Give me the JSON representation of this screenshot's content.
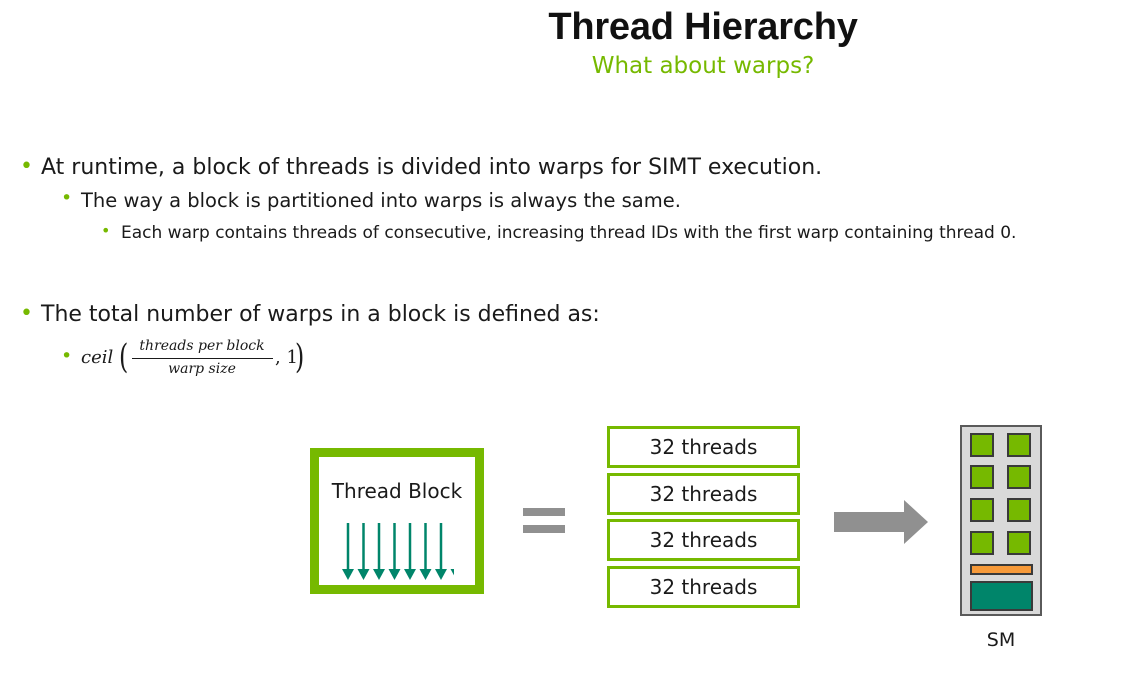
{
  "slide": {
    "title": "Thread Hierarchy",
    "subtitle": "What about warps?",
    "accent_color": "#76b900"
  },
  "bullets": [
    {
      "level": 1,
      "text": "At runtime, a block of threads is divided into warps for SIMT execution."
    },
    {
      "level": 2,
      "text": "The way a block is partitioned into warps is always the same."
    },
    {
      "level": 3,
      "text": "Each warp contains threads of consecutive, increasing thread IDs with the first warp containing thread 0."
    },
    {
      "level": 1,
      "text": "The total number of warps in a block is defined as:"
    }
  ],
  "bullet_marker": "•",
  "formula": {
    "function": "ceil",
    "open_paren": "(",
    "numerator": "threads per block",
    "denominator": "warp size",
    "second_arg": ", 1",
    "close_paren": ")"
  },
  "diagram": {
    "thread_block": {
      "label": "Thread Block",
      "thread_arrow_count": 8,
      "thread_arrow_color": "#00856a"
    },
    "warps": [
      {
        "label": "32 threads"
      },
      {
        "label": "32 threads"
      },
      {
        "label": "32 threads"
      },
      {
        "label": "32 threads"
      }
    ],
    "sm": {
      "label": "SM",
      "core_rows": 4,
      "core_cols": 2,
      "core_color": "#76b900",
      "cache_color": "#f79a3a",
      "memory_color": "#00856a"
    },
    "gray_color": "#909090"
  }
}
